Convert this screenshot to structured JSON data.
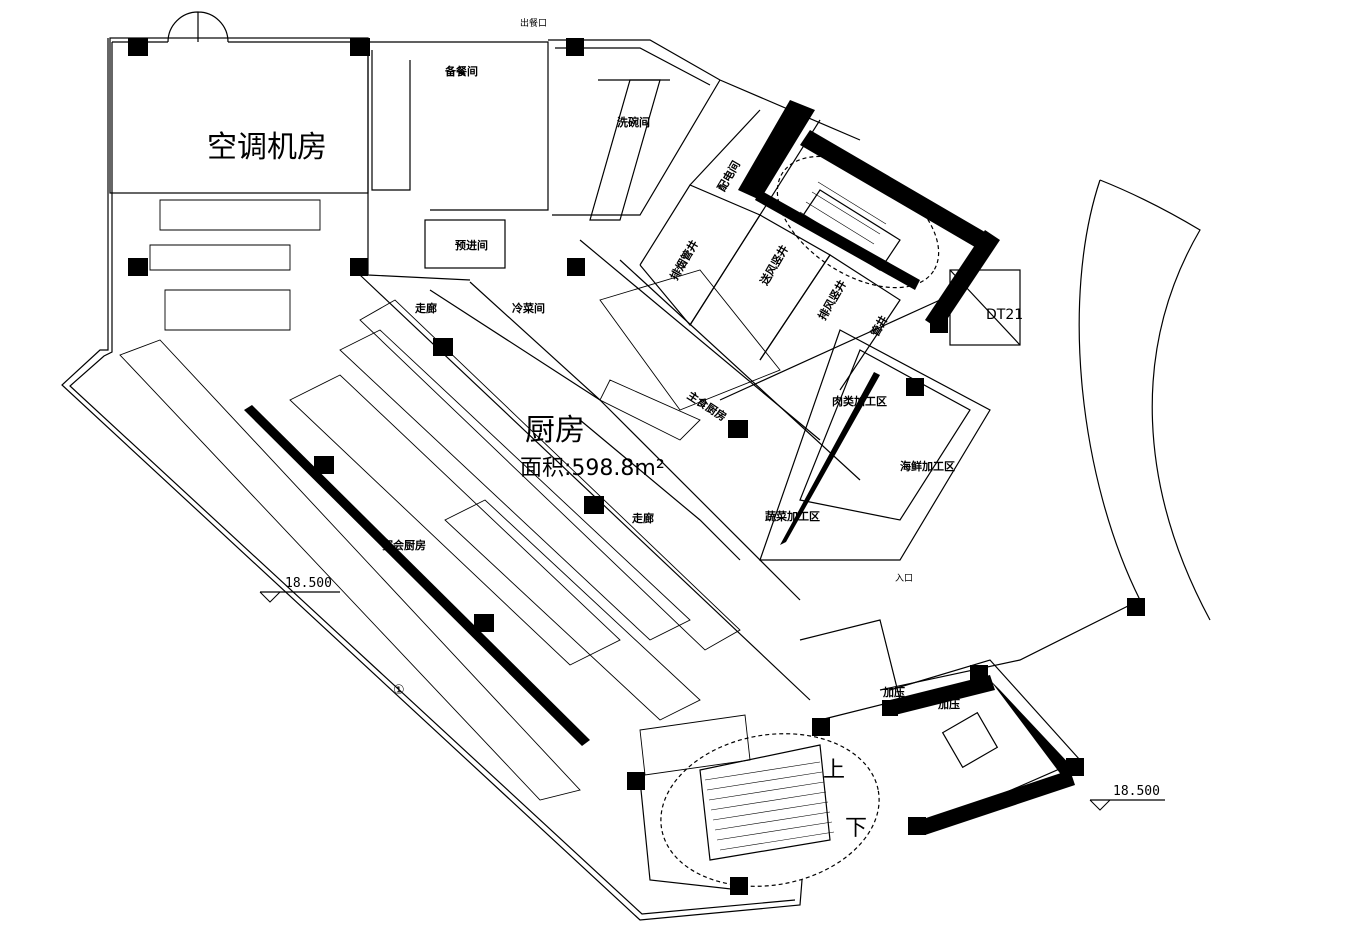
{
  "rooms": {
    "ac_room": "空调机房",
    "prep_room": "备餐间",
    "dishwash": "洗碗间",
    "pre_entry": "预进间",
    "corridor1": "走廊",
    "corridor2": "走廊",
    "cold_dish": "冷菜间",
    "kitchen": "厨房",
    "area": "面积:598.8m²",
    "main_kitchen": "主食厨房",
    "meat_area": "肉类加工区",
    "seafood_area": "海鲜加工区",
    "veg_area": "蔬菜加工区",
    "banquet": "宴会厨房",
    "elec_room": "配电间",
    "smoke_shaft": "排烟管井",
    "fresh_air": "送风竖井",
    "exhaust": "排风竖井",
    "pipe": "管井",
    "elevator": "DT21",
    "pressure1": "加压",
    "pressure2": "加压",
    "entrance": "入口",
    "meal_exit": "出餐口",
    "stair_up": "上",
    "stair_down": "下"
  },
  "elevations": {
    "left": "18.500",
    "right": "18.500"
  },
  "section_mark": "①"
}
